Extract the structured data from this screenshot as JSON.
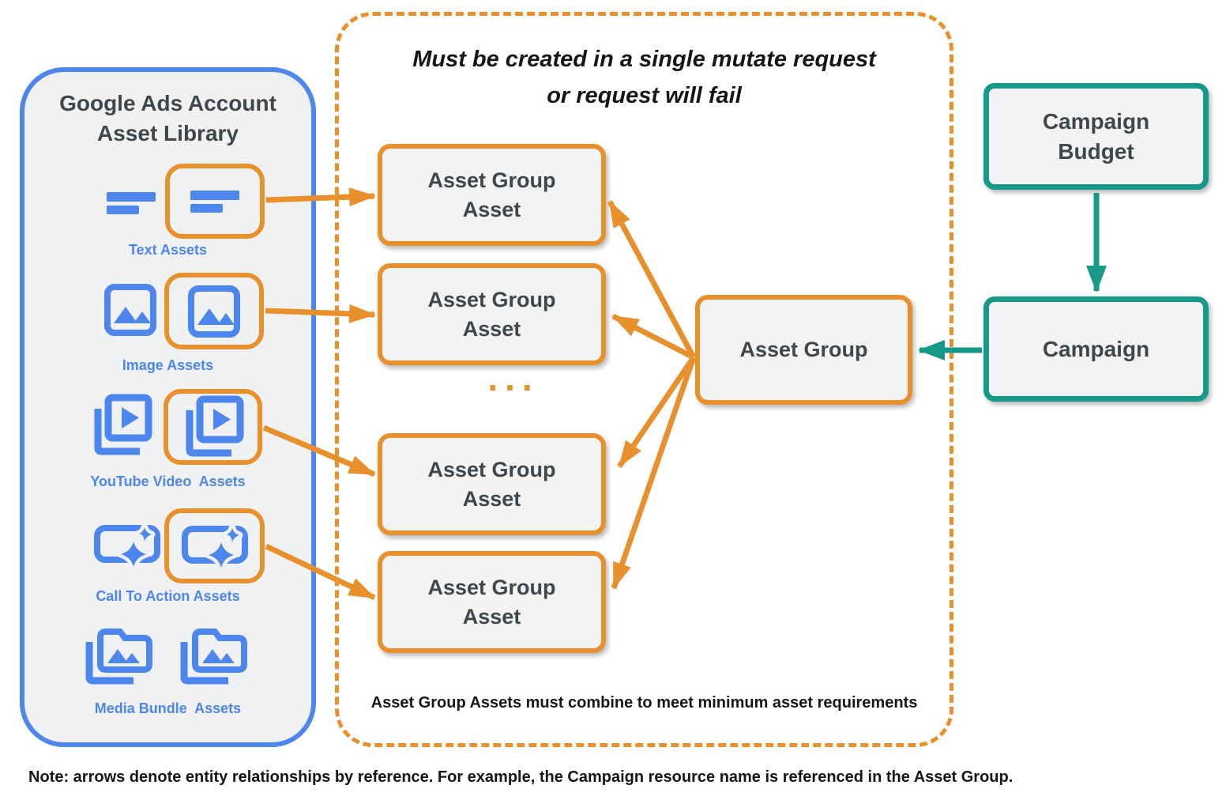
{
  "colors": {
    "orange": "#E8912C",
    "blue": "#4D86EC",
    "teal": "#17998A",
    "panel-fill": "#F0F1F2",
    "box-fill": "#F1F3F4",
    "dark-text": "#434649",
    "black-text": "#151617"
  },
  "library": {
    "title": "Google Ads Account\nAsset Library",
    "items": [
      {
        "label": "Text Assets",
        "icon": "text-asset-icon"
      },
      {
        "label": "Image Assets",
        "icon": "image-asset-icon"
      },
      {
        "label": "YouTube Video  Assets",
        "icon": "youtube-video-asset-icon"
      },
      {
        "label": "Call To Action Assets",
        "icon": "call-to-action-asset-icon"
      },
      {
        "label": "Media Bundle  Assets",
        "icon": "media-bundle-asset-icon"
      }
    ]
  },
  "mutate_box": {
    "title": "Must be created in a single mutate request\nor request will fail",
    "asset_boxes": [
      "Asset Group\nAsset",
      "Asset Group\nAsset",
      "Asset Group\nAsset",
      "Asset Group\nAsset"
    ],
    "ellipsis": "...",
    "footnote": "Asset Group Assets must combine to meet minimum asset requirements"
  },
  "asset_group": {
    "label": "Asset Group"
  },
  "campaign_budget": {
    "label": "Campaign\nBudget"
  },
  "campaign": {
    "label": "Campaign"
  },
  "note": "Note: arrows denote entity relationships by reference. For example, the Campaign resource name is referenced in the Asset Group."
}
